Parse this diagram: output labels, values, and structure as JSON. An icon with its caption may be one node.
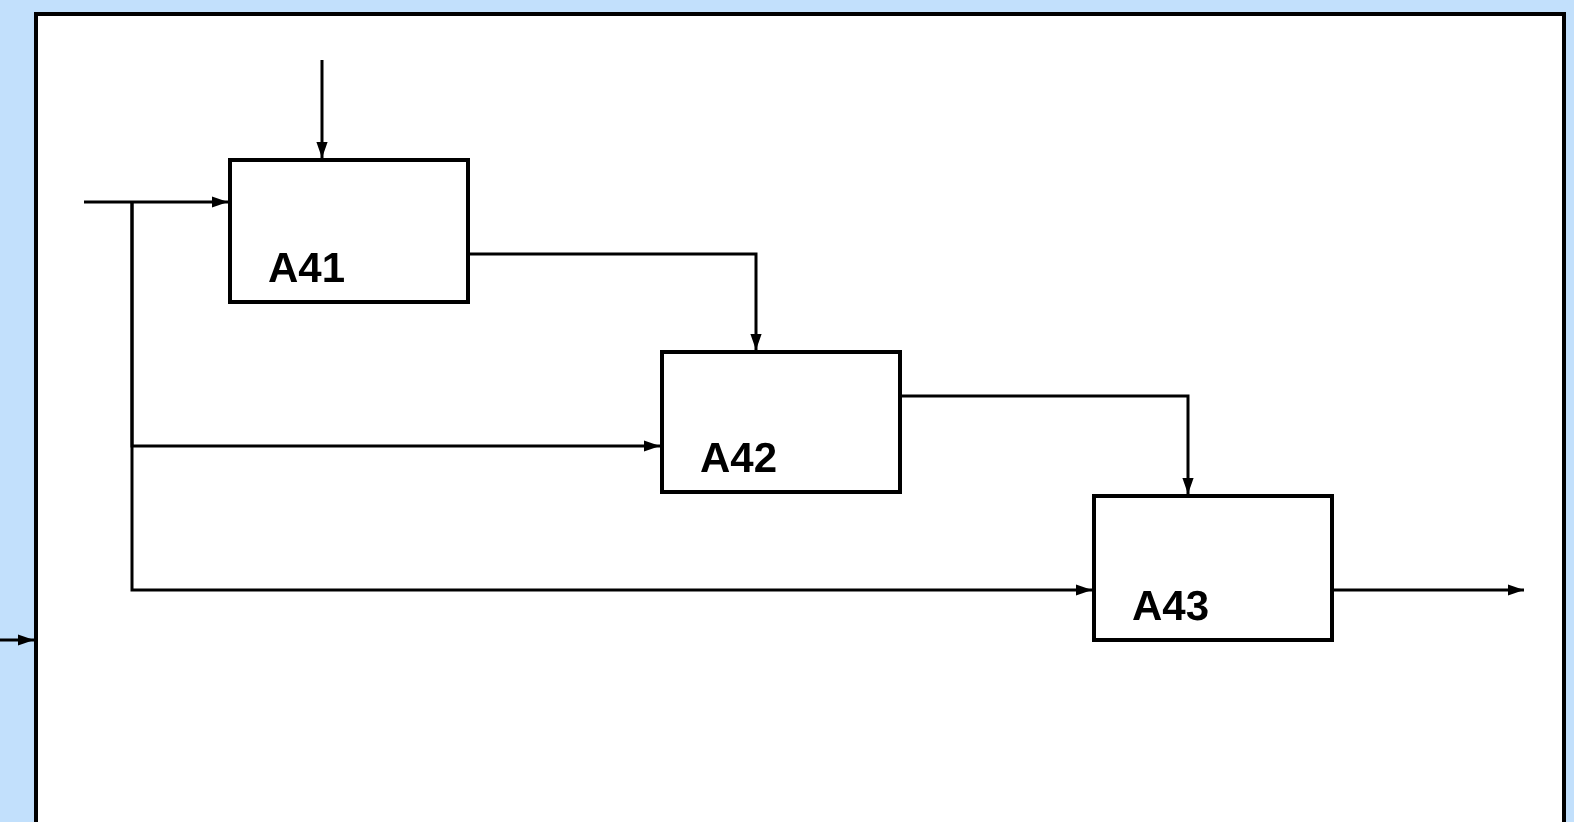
{
  "diagram": {
    "nodes": [
      {
        "text": [],
        "shape": "box"
      },
      {
        "text": [
          "A41"
        ],
        "in": 0
      },
      {
        "text": [
          "A42"
        ],
        "in": 0
      },
      {
        "text": [
          "A43"
        ],
        "in": 0
      }
    ],
    "edges": [
      {
        "from": null,
        "to": 1,
        "arrow": "to"
      },
      {
        "from": null,
        "to": 1,
        "arrow": "to"
      },
      {
        "from": null,
        "to": 2,
        "arrow": "to"
      },
      {
        "from": null,
        "to": 3,
        "arrow": "to"
      },
      {
        "from": 1,
        "to": 2,
        "arrow": "to"
      },
      {
        "from": 2,
        "to": 3,
        "arrow": "to"
      },
      {
        "from": 3,
        "to": null,
        "arrow": "to"
      },
      {
        "from": null,
        "to": 0,
        "arrow": "to"
      }
    ]
  }
}
